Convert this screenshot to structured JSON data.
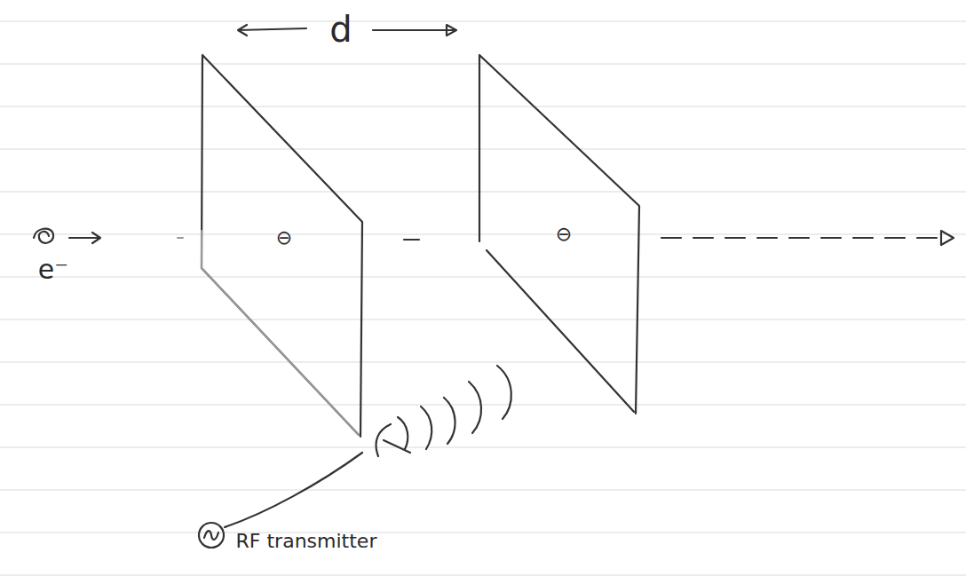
{
  "diagram": {
    "labels": [
      "d",
      "e⁻",
      "⊖",
      "⊖",
      "RF transmitter"
    ]
  }
}
